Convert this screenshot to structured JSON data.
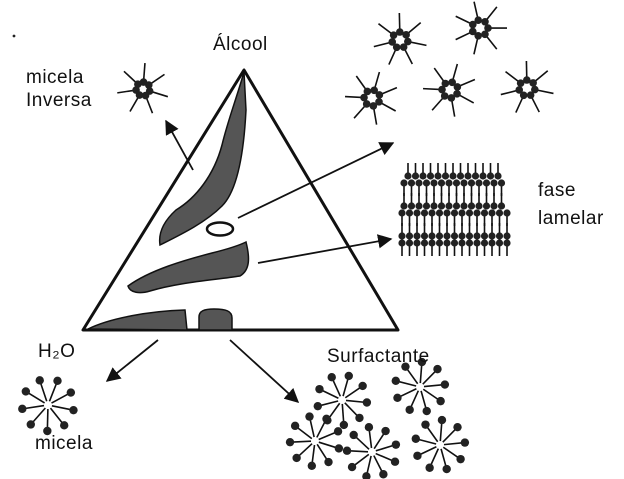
{
  "labels": {
    "alcool": "Álcool",
    "micela_inversa_1": "micela",
    "micela_inversa_2": "Inversa",
    "fase_lamelar_1": "fase",
    "fase_lamelar_2": "lamelar",
    "h2o": "H₂O",
    "surfactante": "Surfactante",
    "micela": "micela"
  },
  "colors": {
    "ink": "#111111",
    "region_fill": "#555555"
  }
}
